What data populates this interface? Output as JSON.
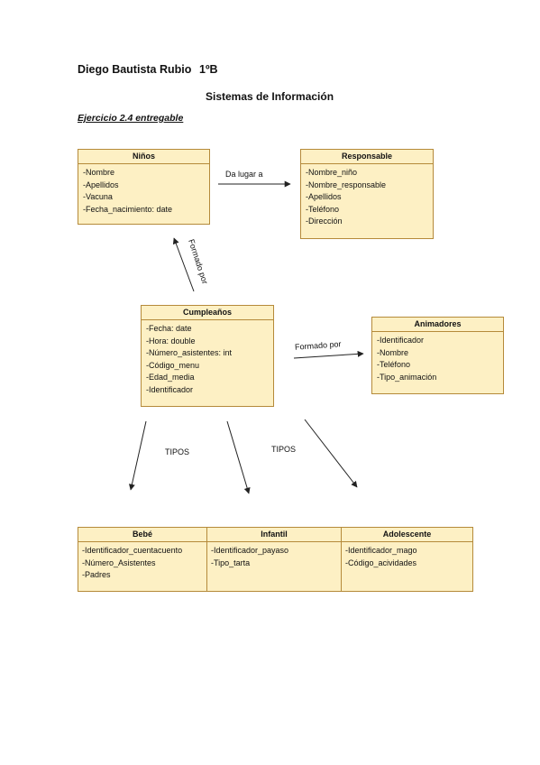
{
  "header": {
    "author": "Diego Bautista Rubio",
    "grade": "1ºB",
    "title": "Sistemas de Información",
    "exercise": "Ejercicio 2.4 entregable"
  },
  "entities": {
    "ninos": {
      "title": "Niños",
      "attributes": [
        "-Nombre",
        "-Apellidos",
        "-Vacuna",
        "-Fecha_nacimiento: date"
      ]
    },
    "responsable": {
      "title": "Responsable",
      "attributes": [
        "-Nombre_niño",
        "-Nombre_responsable",
        "-Apellidos",
        "-Teléfono",
        "-Dirección"
      ]
    },
    "cumpleanos": {
      "title": "Cumpleaños",
      "attributes": [
        "-Fecha: date",
        "-Hora: double",
        "-Número_asistentes: int",
        "-Código_menu",
        "-Edad_media",
        "-Identificador"
      ]
    },
    "animadores": {
      "title": "Animadores",
      "attributes": [
        "-Identificador",
        "-Nombre",
        "-Teléfono",
        "-Tipo_animación"
      ]
    }
  },
  "subtypes": {
    "bebe": {
      "title": "Bebé",
      "attributes": [
        "-Identificador_cuentacuento",
        "-Número_Asistentes",
        "-Padres"
      ]
    },
    "infantil": {
      "title": "Infantil",
      "attributes": [
        "-Identificador_payaso",
        "-Tipo_tarta"
      ]
    },
    "adolescente": {
      "title": "Adolescente",
      "attributes": [
        "-Identificador_mago",
        "-Código_acividades"
      ]
    }
  },
  "relations": {
    "da_lugar_a": "Da lugar a",
    "formado_por_ninos": "Formado por",
    "formado_por_animadores": "Formado por",
    "tipos_1": "TIPOS",
    "tipos_2": "TIPOS"
  },
  "colors": {
    "box_fill": "#fdf0c4",
    "box_border": "#b58a3a",
    "arrow": "#222222"
  }
}
